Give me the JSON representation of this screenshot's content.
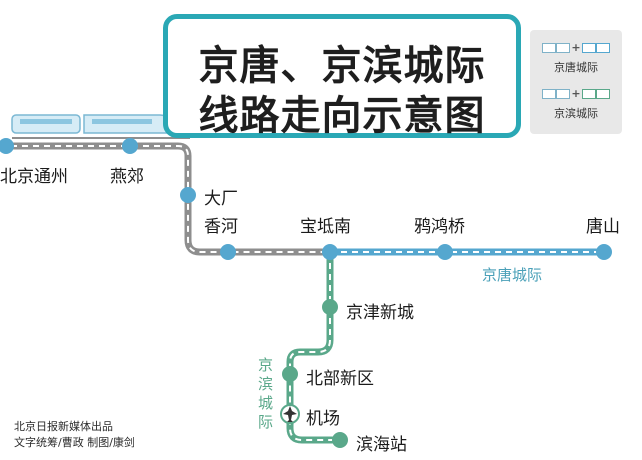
{
  "title": {
    "line1": "京唐、京滨城际",
    "line2": "线路走向示意图"
  },
  "legend": [
    {
      "label": "京唐城际",
      "color": "#55a7cf"
    },
    {
      "label": "京滨城际",
      "color": "#5aa88a"
    }
  ],
  "stations": {
    "beijing_tongzhou": "北京通州",
    "yanjiao": "燕郊",
    "dachang": "大厂",
    "xianghe": "香河",
    "baodi_nan": "宝坻南",
    "yahongqiao": "鸦鸿桥",
    "tangshan": "唐山",
    "jinjin_xincheng": "京津新城",
    "beibu_xinqu": "北部新区",
    "jichang": "机场",
    "binhai_zhan": "滨海站"
  },
  "line_labels": {
    "jingtang": "京唐城际",
    "jingbin": "京滨城际"
  },
  "credits": {
    "line1": "北京日报新媒体出品",
    "line2": "文字统筹/曹政  制图/康剑"
  },
  "colors": {
    "title_border": "#2aa8b5",
    "jingtang_line": "#55a7cf",
    "jingbin_line": "#5aa88a",
    "shared_line": "#9a9a9a",
    "train": "#d6ecf6"
  }
}
